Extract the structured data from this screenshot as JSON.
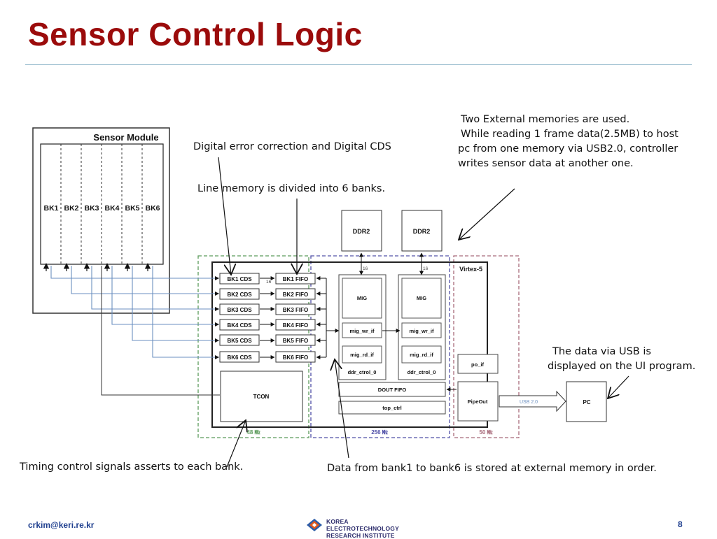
{
  "slide": {
    "title": "Sensor Control Logic",
    "footer_email": "crkim@keri.re.kr",
    "page_number": "8",
    "logo_text_line1": "KOREA ELECTROTECHNOLOGY",
    "logo_text_line2": "RESEARCH INSTITUTE"
  },
  "annotations": {
    "cds": "Digital error correction and Digital CDS",
    "line_memory": "Line memory is divided into 6 banks.",
    "memories_line1": "Two External memories are used.",
    "memories_line2": "While reading 1 frame data(2.5MB) to host",
    "memories_line3": "pc from one memory via USB2.0, controller",
    "memories_line4": "writes sensor data at another one.",
    "usb_line1": "The data via USB is",
    "usb_line2": "displayed on the UI program.",
    "timing": "Timing control signals asserts to each bank.",
    "storage": "Data from bank1 to bank6 is stored at external memory in order."
  },
  "diagram": {
    "sensor_module": {
      "title": "Sensor Module",
      "banks": [
        "BK1",
        "BK2",
        "BK3",
        "BK4",
        "BK5",
        "BK6"
      ]
    },
    "cds_blocks": [
      "BK1 CDS",
      "BK2 CDS",
      "BK3 CDS",
      "BK4 CDS",
      "BK5 CDS",
      "BK6 CDS"
    ],
    "fifo_blocks": [
      "BK1 FIFO",
      "BK2 FIFO",
      "BK3 FIFO",
      "BK4 FIFO",
      "BK5 FIFO",
      "BK6 FIFO"
    ],
    "bus_width_cds": "16",
    "tcon": "TCON",
    "ddr_chips": [
      "DDR2",
      "DDR2"
    ],
    "ddr_bus_width": "16",
    "mig": "MIG",
    "mig_wr_if": "mig_wr_if",
    "mig_rd_if": "mig_rd_if",
    "ddr_ctrol": "ddr_ctrol_0",
    "dout_fifo": "DOUT FIFO",
    "top_ctrl": "top_ctrl",
    "virtex": "Virtex-5",
    "po_if": "po_if",
    "pipeout": "PipeOut",
    "usb": "USB 2.0",
    "pc": "PC",
    "clk_48": "48 ㎒",
    "clk_256": "256 ㎒",
    "clk_50": "50 ㎒"
  },
  "colors": {
    "title": "#9b0b0b",
    "domain_48": "#5a9a5a",
    "domain_256": "#5050a8",
    "domain_50": "#a86a7a",
    "wire": "#6b8fc0",
    "footer": "#1f3f8f"
  }
}
